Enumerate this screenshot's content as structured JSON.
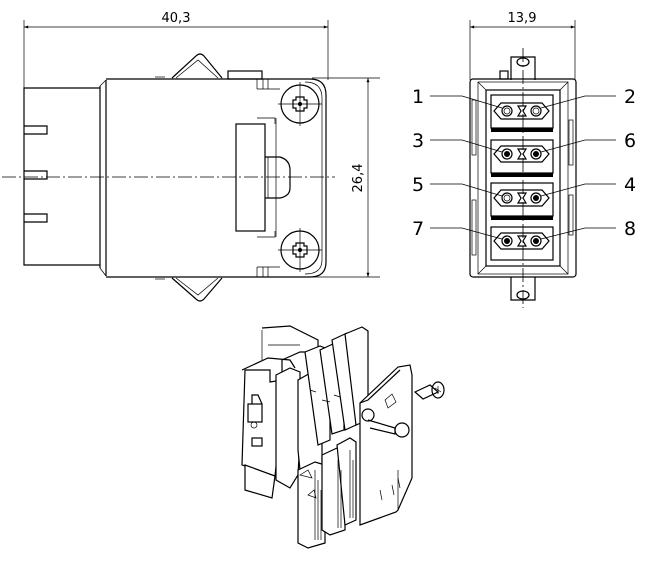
{
  "drawing": {
    "side_view": {
      "width_dimension": "40,3",
      "height_dimension": "26,4"
    },
    "front_view": {
      "width_dimension": "13,9",
      "pin_labels_left": [
        "1",
        "3",
        "5",
        "7"
      ],
      "pin_labels_right": [
        "2",
        "6",
        "4",
        "8"
      ]
    },
    "isometric_view": {}
  },
  "colors": {
    "line": "#000000",
    "background": "#ffffff"
  }
}
